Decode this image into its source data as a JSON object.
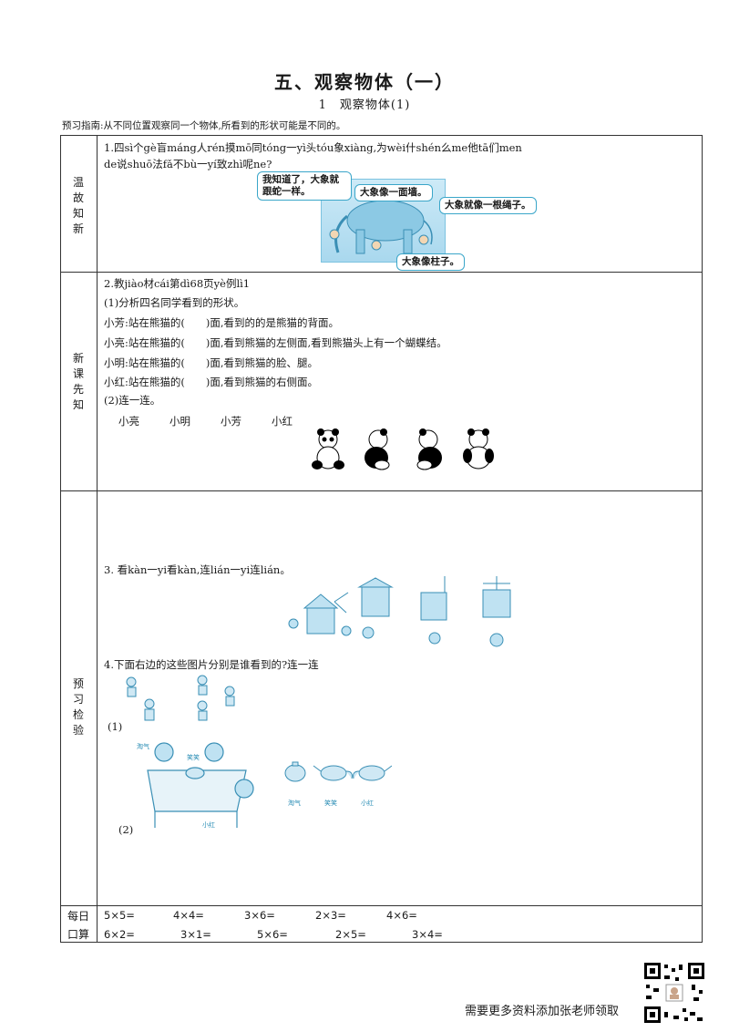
{
  "header": {
    "title": "五、观察物体（一）",
    "subtitle": "1　观察物体(1)",
    "guide": "预习指南:从不同位置观察同一个物体,所看到的形状可能是不同的。"
  },
  "sections": {
    "review": {
      "label": "温故知新"
    },
    "new": {
      "label": "新课先知"
    },
    "preview": {
      "label": "预习检验"
    },
    "daily": {
      "label": "每日口算"
    }
  },
  "q1": {
    "line1": "1.四sì个gè盲máng人rén摸mō同tóng一yì头tóu象xiàng,为wèi什shén么me他tā们men",
    "line2": "de说shuō法fǎ不bù一yí致zhì呢ne?",
    "bubbles": [
      "我知道了，大象就跟蛇一样。",
      "大象像一面墙。",
      "大象就像一根绳子。",
      "大象像柱子。"
    ]
  },
  "q2": {
    "line1": "2.教jiào材cái第dì68页yè例lì1",
    "sub1": "(1)分析四名同学看到的形状。",
    "lines": [
      "小芳:站在熊猫的(　　)面,看到的的是熊猫的背面。",
      "小亮:站在熊猫的(　　)面,看到熊猫的左侧面,看到熊猫头上有一个蝴蝶结。",
      "小明:站在熊猫的(　　)面,看到熊猫的脸、腿。",
      "小红:站在熊猫的(　　)面,看到熊猫的右侧面。"
    ],
    "sub2": "(2)连一连。",
    "names": [
      "小亮",
      "小明",
      "小芳",
      "小红"
    ]
  },
  "q3": {
    "line": "3. 看kàn一yi看kàn,连lián一yi连lián。"
  },
  "q4": {
    "line": "4.下面右边的这些图片分别是谁看到的?连一连",
    "part1": "(1)",
    "part2": "(2)",
    "kids": [
      "淘气",
      "笑笑",
      "小红"
    ],
    "labels": [
      "淘气",
      "笑笑",
      "小红"
    ]
  },
  "daily_math": {
    "row1": [
      "5×5=",
      "4×4=",
      "3×6=",
      "2×3=",
      "4×6="
    ],
    "row2": [
      "6×2=",
      "3×1=",
      "5×6=",
      "2×5=",
      "3×4="
    ]
  },
  "footer": {
    "text": "需要更多资料添加张老师领取"
  },
  "colors": {
    "accent": "#3aa6c9",
    "line": "#333333"
  }
}
